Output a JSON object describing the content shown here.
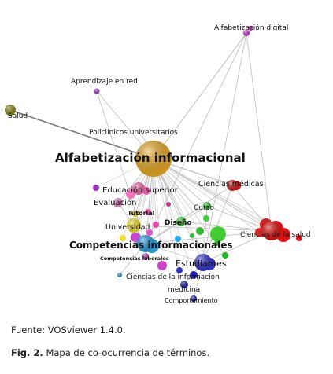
{
  "map": {
    "nodes": [
      {
        "id": "alfabetizacion_digital",
        "label": "Alfabetización digital",
        "color": "#cc33cc",
        "weight": 1
      },
      {
        "id": "aprendizaje_red",
        "label": "Aprendizaje en red",
        "color": "#9933cc",
        "weight": 1
      },
      {
        "id": "salud",
        "label": "Salud",
        "color": "#8a8a1a",
        "weight": 2
      },
      {
        "id": "policlinicos",
        "label": "Policlínicos universitarios",
        "color": "#cccccc",
        "weight": 1
      },
      {
        "id": "alfabetizacion_informacional",
        "label": "Alfabetización informacional",
        "color": "#e8a820",
        "weight": 10
      },
      {
        "id": "educacion_superior",
        "label": "Educación superior",
        "color": "#ee66aa",
        "weight": 3
      },
      {
        "id": "ciencias_medicas",
        "label": "Ciencias médicas",
        "color": "#cc2222",
        "weight": 3
      },
      {
        "id": "evaluacion",
        "label": "Evaluación",
        "color": "#ee88cc",
        "weight": 2
      },
      {
        "id": "curso",
        "label": "Curso",
        "color": "#33bb33",
        "weight": 2
      },
      {
        "id": "tutorial",
        "label": "Tutorial",
        "color": "#eedd22",
        "weight": 1
      },
      {
        "id": "universidad",
        "label": "Universidad",
        "color": "#eedd22",
        "weight": 3
      },
      {
        "id": "diseno",
        "label": "Diseño",
        "color": "#33cc33",
        "weight": 2
      },
      {
        "id": "ciencias_salud",
        "label": "Ciencias de la salud",
        "color": "#dd1111",
        "weight": 5
      },
      {
        "id": "competencias_informacionales",
        "label": "Competencias informacionales",
        "color": "#2299dd",
        "weight": 6
      },
      {
        "id": "competencias_laborales",
        "label": "Competencias laborales",
        "color": "#cc44cc",
        "weight": 1
      },
      {
        "id": "estudiantes",
        "label": "Estudiantes",
        "color": "#3333cc",
        "weight": 5
      },
      {
        "id": "ciencias_informacion",
        "label": "Ciencias de la información",
        "color": "#3399cc",
        "weight": 1
      },
      {
        "id": "medicina",
        "label": "medicina",
        "color": "#2222aa",
        "weight": 2
      },
      {
        "id": "comportamiento",
        "label": "Comportamiento",
        "color": "#2222aa",
        "weight": 1
      }
    ],
    "edges": [
      [
        "alfabetizacion_informacional",
        "salud"
      ],
      [
        "alfabetizacion_informacional",
        "aprendizaje_red"
      ],
      [
        "alfabetizacion_informacional",
        "alfabetizacion_digital"
      ],
      [
        "alfabetizacion_informacional",
        "policlinicos"
      ],
      [
        "alfabetizacion_informacional",
        "ciencias_medicas"
      ],
      [
        "alfabetizacion_informacional",
        "ciencias_salud"
      ],
      [
        "alfabetizacion_informacional",
        "educacion_superior"
      ],
      [
        "alfabetizacion_informacional",
        "evaluacion"
      ],
      [
        "alfabetizacion_informacional",
        "curso"
      ],
      [
        "alfabetizacion_informacional",
        "universidad"
      ],
      [
        "alfabetizacion_informacional",
        "competencias_informacionales"
      ],
      [
        "alfabetizacion_informacional",
        "estudiantes"
      ],
      [
        "alfabetizacion_informacional",
        "diseno"
      ],
      [
        "alfabetizacion_informacional",
        "tutorial"
      ],
      [
        "competencias_informacionales",
        "ciencias_salud"
      ],
      [
        "competencias_informacionales",
        "estudiantes"
      ],
      [
        "competencias_informacionales",
        "curso"
      ],
      [
        "competencias_informacionales",
        "ciencias_medicas"
      ],
      [
        "estudiantes",
        "ciencias_salud"
      ],
      [
        "estudiantes",
        "curso"
      ],
      [
        "estudiantes",
        "medicina"
      ],
      [
        "curso",
        "ciencias_salud"
      ],
      [
        "diseno",
        "ciencias_salud"
      ],
      [
        "universidad",
        "ciencias_salud"
      ],
      [
        "ciencias_medicas",
        "ciencias_salud"
      ],
      [
        "ciencias_medicas",
        "estudiantes"
      ],
      [
        "evaluacion",
        "competencias_informacionales"
      ],
      [
        "alfabetizacion_digital",
        "ciencias_salud"
      ],
      [
        "alfabetizacion_digital",
        "competencias_informacionales"
      ],
      [
        "alfabetizacion_digital",
        "estudiantes"
      ],
      [
        "aprendizaje_red",
        "competencias_informacionales"
      ],
      [
        "ciencias_informacion",
        "competencias_informacionales"
      ],
      [
        "comportamiento",
        "estudiantes"
      ],
      [
        "competencias_laborales",
        "competencias_informacionales"
      ]
    ]
  },
  "caption": {
    "source": "Fuente: VOSviewer 1.4.0.",
    "fig_label": "Fig. 2.",
    "fig_text": "Mapa de co-ocurrencia de términos."
  }
}
